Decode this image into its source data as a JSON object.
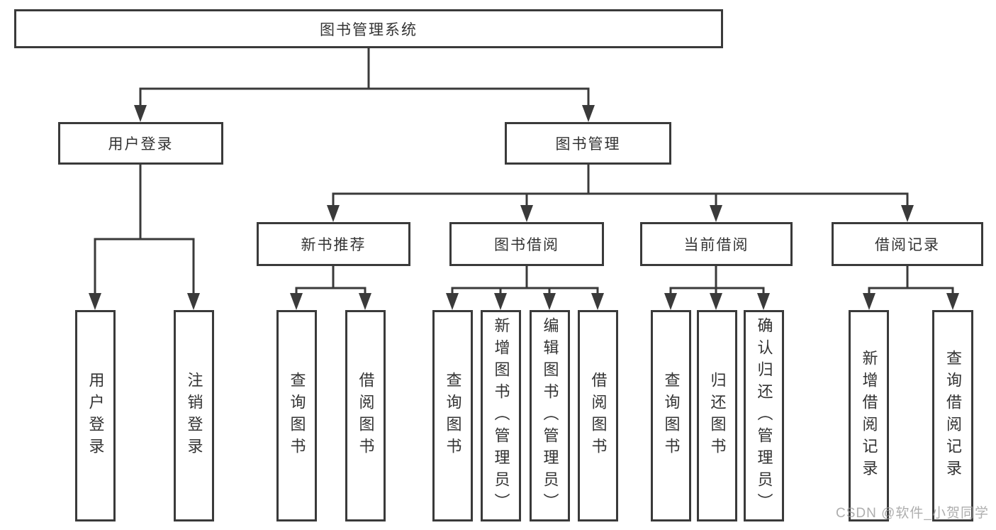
{
  "diagram": {
    "title": "图书管理系统",
    "tree": {
      "label": "图书管理系统",
      "children": [
        {
          "label": "用户登录",
          "children": [
            {
              "label": "用户登录"
            },
            {
              "label": "注销登录"
            }
          ]
        },
        {
          "label": "图书管理",
          "children": [
            {
              "label": "新书推荐",
              "children": [
                {
                  "label": "查询图书"
                },
                {
                  "label": "借阅图书"
                }
              ]
            },
            {
              "label": "图书借阅",
              "children": [
                {
                  "label": "查询图书"
                },
                {
                  "label": "新增图书（管理员）"
                },
                {
                  "label": "编辑图书（管理员）"
                },
                {
                  "label": "借阅图书"
                }
              ]
            },
            {
              "label": "当前借阅",
              "children": [
                {
                  "label": "查询图书"
                },
                {
                  "label": "归还图书"
                },
                {
                  "label": "确认归还（管理员）"
                }
              ]
            },
            {
              "label": "借阅记录",
              "children": [
                {
                  "label": "新增借阅记录"
                },
                {
                  "label": "查询借阅记录"
                }
              ]
            }
          ]
        }
      ]
    }
  },
  "watermark": {
    "text": "CSDN @软件_小贺同学"
  },
  "colors": {
    "line": "#3a3a3a",
    "text": "#333333",
    "background": "#ffffff",
    "watermark": "#9a9a9a"
  }
}
